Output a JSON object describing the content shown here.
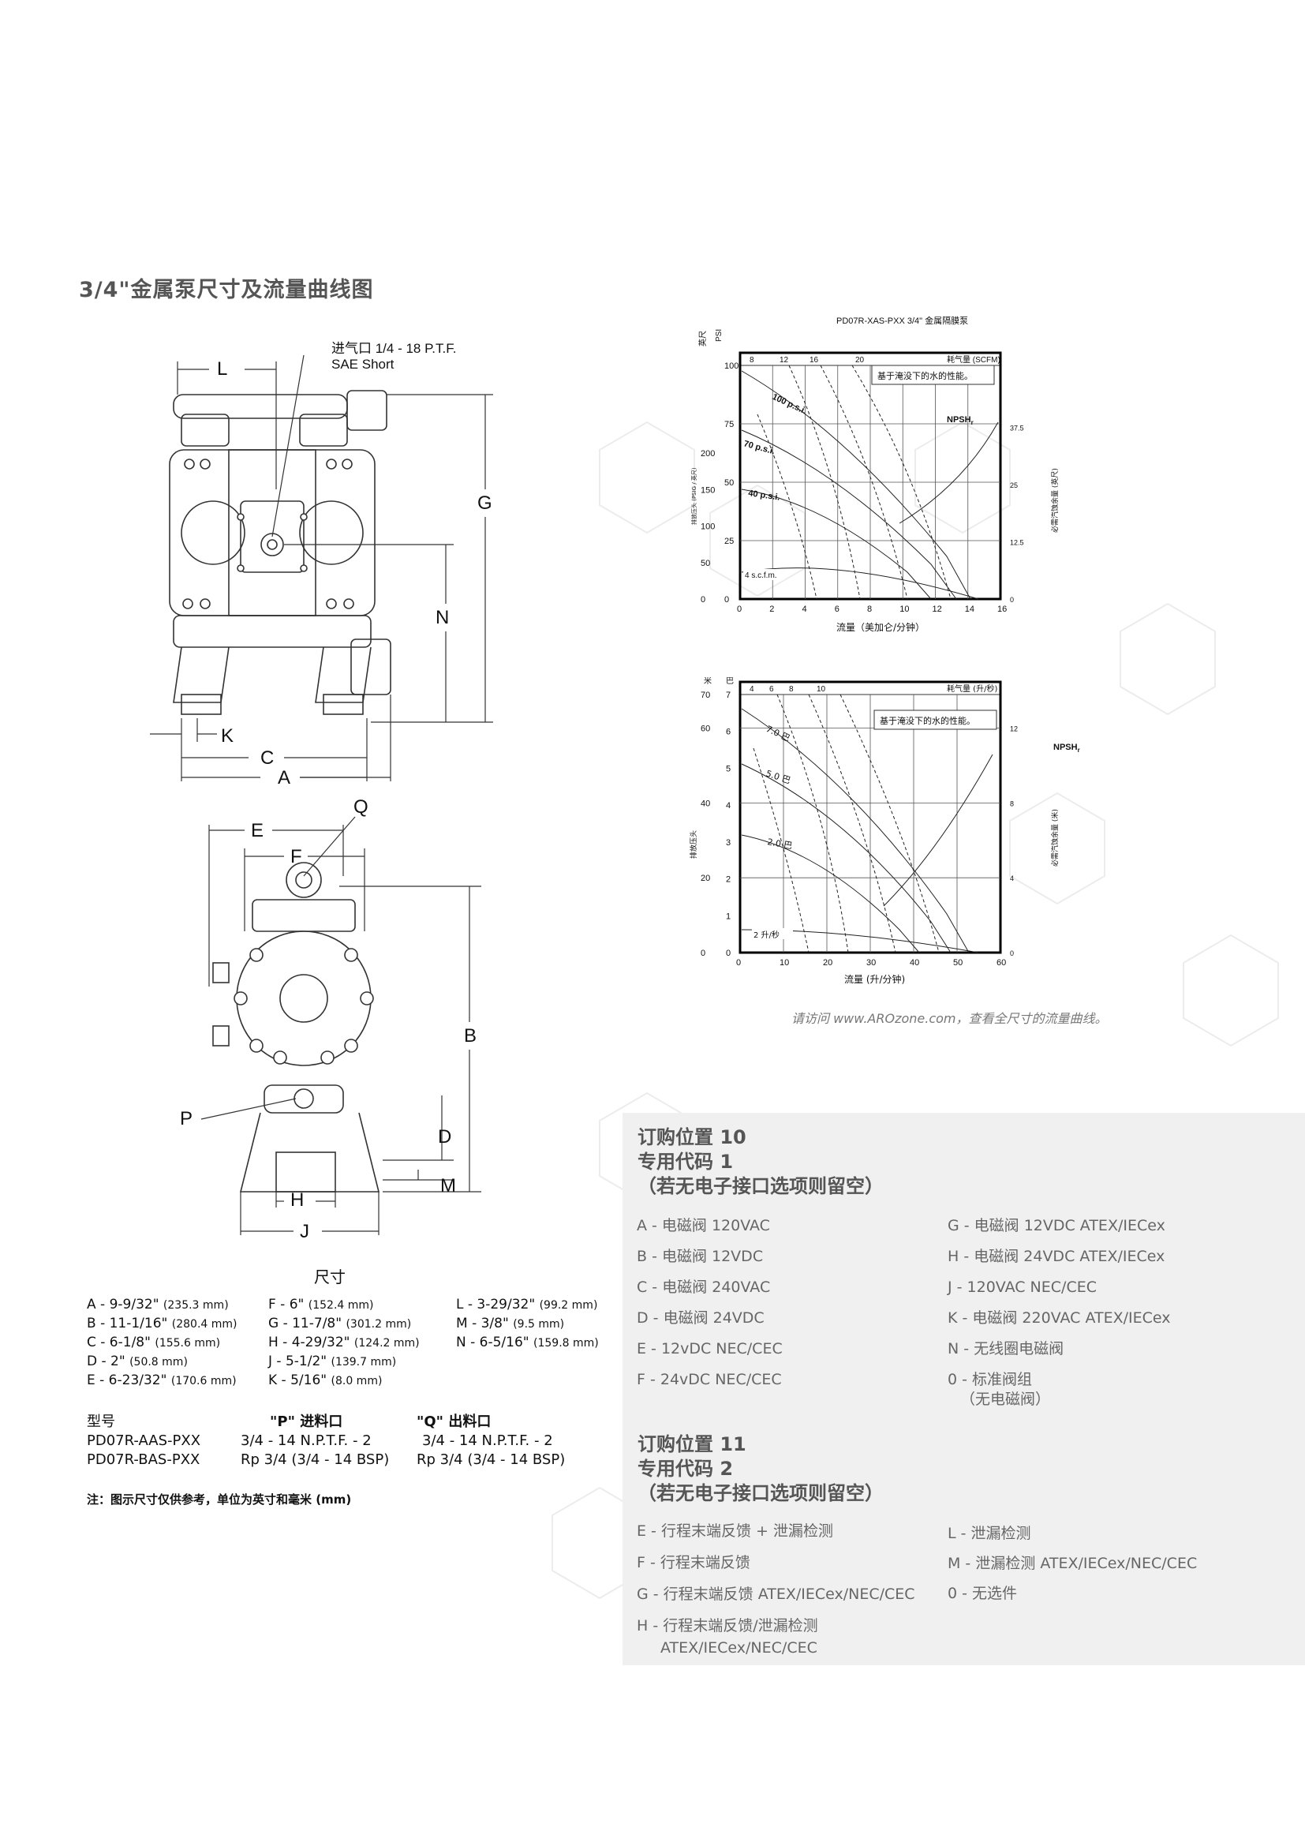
{
  "section_title": "3/4\"金属泵尺寸及流量曲线图",
  "drawing": {
    "labels": [
      "L",
      "G",
      "N",
      "K",
      "C",
      "A",
      "E",
      "Q",
      "F",
      "B",
      "P",
      "D",
      "M",
      "H",
      "J"
    ],
    "air_inlet_line1": "进气口 1/4 - 18 P.T.F.",
    "air_inlet_line2": "SAE Short"
  },
  "chart_top": {
    "title": "PD07R-XAS-PXX 3/4\" 金属隔膜泵",
    "note": "基于淹没下的水的性能。",
    "left_unit": "英尺",
    "left_unit2": "PSI",
    "left_axis_label": "排放压头 (PSIG / 英尺)",
    "right_axis_label": "必需汽蚀余量 (英尺)",
    "top_axis_label": "耗气量 (SCFM)",
    "xlabel": "流量（美加仑/分钟）",
    "npsh": "NPSH",
    "npsh_sub": "r",
    "pressure_labels": [
      "100 p.s.i.",
      "70 p.s.i.",
      "40 p.s.i."
    ],
    "air_label": "4 s.c.f.m.",
    "x_ticks": [
      "0",
      "2",
      "4",
      "6",
      "8",
      "10",
      "12",
      "14",
      "16"
    ],
    "psi_ticks": [
      "0",
      "25",
      "50",
      "75",
      "100"
    ],
    "ft_ticks": [
      "0",
      "50",
      "100",
      "150",
      "200"
    ],
    "right_ticks": [
      "0",
      "12.5",
      "25",
      "37.5"
    ],
    "top_ticks": [
      "8",
      "12",
      "16",
      "20"
    ]
  },
  "chart_bottom": {
    "note": "基于淹没下的水的性能。",
    "left_unit": "米",
    "left_unit2": "巴",
    "left_axis_label": "排放压头",
    "right_axis_label": "必需汽蚀余量 (米)",
    "top_axis_label": "耗气量 (升/秒)",
    "xlabel": "流量 (升/分钟)",
    "npsh": "NPSH",
    "npsh_sub": "r",
    "pressure_labels": [
      "7.0 巴",
      "5.0 巴",
      "2.0 巴"
    ],
    "air_label": "2 升/秒",
    "x_ticks": [
      "0",
      "10",
      "20",
      "30",
      "40",
      "50",
      "60"
    ],
    "bar_ticks": [
      "0",
      "1",
      "2",
      "3",
      "4",
      "5",
      "6",
      "7"
    ],
    "m_ticks": [
      "0",
      "20",
      "40",
      "60",
      "70"
    ],
    "right_ticks": [
      "0",
      "4",
      "8",
      "12"
    ],
    "top_ticks": [
      "4",
      "6",
      "8",
      "10"
    ]
  },
  "visit_note": "请访问 www.AROzone.com，查看全尺寸的流量曲线。",
  "dimensions": {
    "heading": "尺寸",
    "col1": [
      {
        "v": "A - 9-9/32\"",
        "mm": "(235.3 mm)"
      },
      {
        "v": "B - 11-1/16\"",
        "mm": "(280.4 mm)"
      },
      {
        "v": "C - 6-1/8\"",
        "mm": "(155.6 mm)"
      },
      {
        "v": "D - 2\"",
        "mm": "(50.8 mm)"
      },
      {
        "v": "E - 6-23/32\"",
        "mm": "(170.6 mm)"
      }
    ],
    "col2": [
      {
        "v": "F - 6\"",
        "mm": "(152.4 mm)"
      },
      {
        "v": "G - 11-7/8\"",
        "mm": "(301.2 mm)"
      },
      {
        "v": "H - 4-29/32\"",
        "mm": "(124.2 mm)"
      },
      {
        "v": "J - 5-1/2\"",
        "mm": "(139.7 mm)"
      },
      {
        "v": "K - 5/16\"",
        "mm": "(8.0 mm)"
      }
    ],
    "col3": [
      {
        "v": "L - 3-29/32\"",
        "mm": "(99.2 mm)"
      },
      {
        "v": "M - 3/8\"",
        "mm": "(9.5 mm)"
      },
      {
        "v": "N - 6-5/16\"",
        "mm": "(159.8 mm)"
      }
    ]
  },
  "models": {
    "head_model": "型号",
    "head_inlet": "\"P\" 进料口",
    "head_outlet": "\"Q\" 出料口",
    "rows": [
      {
        "model": "PD07R-AAS-PXX",
        "inlet": "3/4 - 14 N.P.T.F. - 2",
        "outlet": "3/4 - 14 N.P.T.F. - 2"
      },
      {
        "model": "PD07R-BAS-PXX",
        "inlet": "Rp 3/4 (3/4 - 14 BSP)",
        "outlet": "Rp 3/4 (3/4 - 14 BSP)"
      }
    ]
  },
  "note": "注：图示尺寸仅供参考，单位为英寸和毫米 (mm)",
  "order10": {
    "title1": "订购位置 10",
    "title2": "专用代码 1",
    "title3": "（若无电子接口选项则留空）",
    "left": [
      "A - 电磁阀 120VAC",
      "B - 电磁阀 12VDC",
      "C - 电磁阀 240VAC",
      "D - 电磁阀 24VDC",
      "E - 12vDC NEC/CEC",
      "F - 24vDC NEC/CEC"
    ],
    "right": [
      "G - 电磁阀 12VDC ATEX/IECex",
      "H - 电磁阀 24VDC ATEX/IECex",
      "J - 120VAC NEC/CEC",
      "K - 电磁阀 220VAC ATEX/IECex",
      "N - 无线圈电磁阀",
      "0 - 标准阀组",
      "（无电磁阀）"
    ]
  },
  "order11": {
    "title1": "订购位置 11",
    "title2": "专用代码 2",
    "title3": "（若无电子接口选项则留空）",
    "left": [
      "E - 行程末端反馈 + 泄漏检测",
      "F - 行程末端反馈",
      "G - 行程末端反馈 ATEX/IECex/NEC/CEC",
      "H - 行程末端反馈/泄漏检测",
      "ATEX/IECex/NEC/CEC"
    ],
    "right": [
      "L - 泄漏检测",
      "M - 泄漏检测 ATEX/IECex/NEC/CEC",
      "0 - 无选件"
    ]
  }
}
